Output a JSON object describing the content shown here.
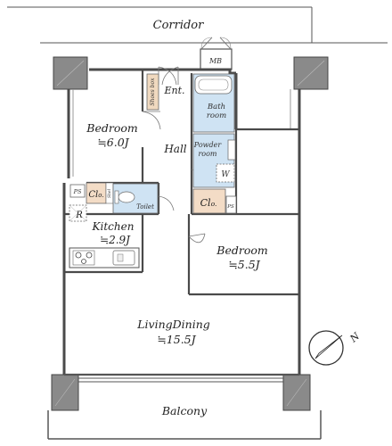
{
  "labels": {
    "corridor": "Corridor",
    "mb": "MB",
    "shoe_box": "Shoes box",
    "entrance": "Ent.",
    "bath_1": "Bath",
    "bath_2": "room",
    "hall": "Hall",
    "powder_1": "Powder",
    "powder_2": "room",
    "washer": "W",
    "bedroom1_name": "Bedroom",
    "bedroom1_size": "≒6.0J",
    "ps_left": "PS",
    "cl_left": "Cl",
    "cl_left_suffix": "o.",
    "shelf": "Shel",
    "toilet": "Toilet",
    "cl_right": "Cl",
    "cl_right_suffix": "o.",
    "ps_right": "PS",
    "refrigerator": "R",
    "kitchen_name": "Kitchen",
    "kitchen_size": "≒2.9J",
    "bedroom2_name": "Bedroom",
    "bedroom2_size": "≒5.5J",
    "living_name": "LivingDining",
    "living_size": "≒15.5J",
    "north": "N",
    "balcony": "Balcony"
  },
  "colors": {
    "wall": "#4a4a4a",
    "column": "#8a8a8a",
    "bath_fill": "#cfe3f3",
    "closet_fill": "#f3dcc6",
    "shoe_box_fill": "#f0d9bf",
    "line": "#555555"
  }
}
